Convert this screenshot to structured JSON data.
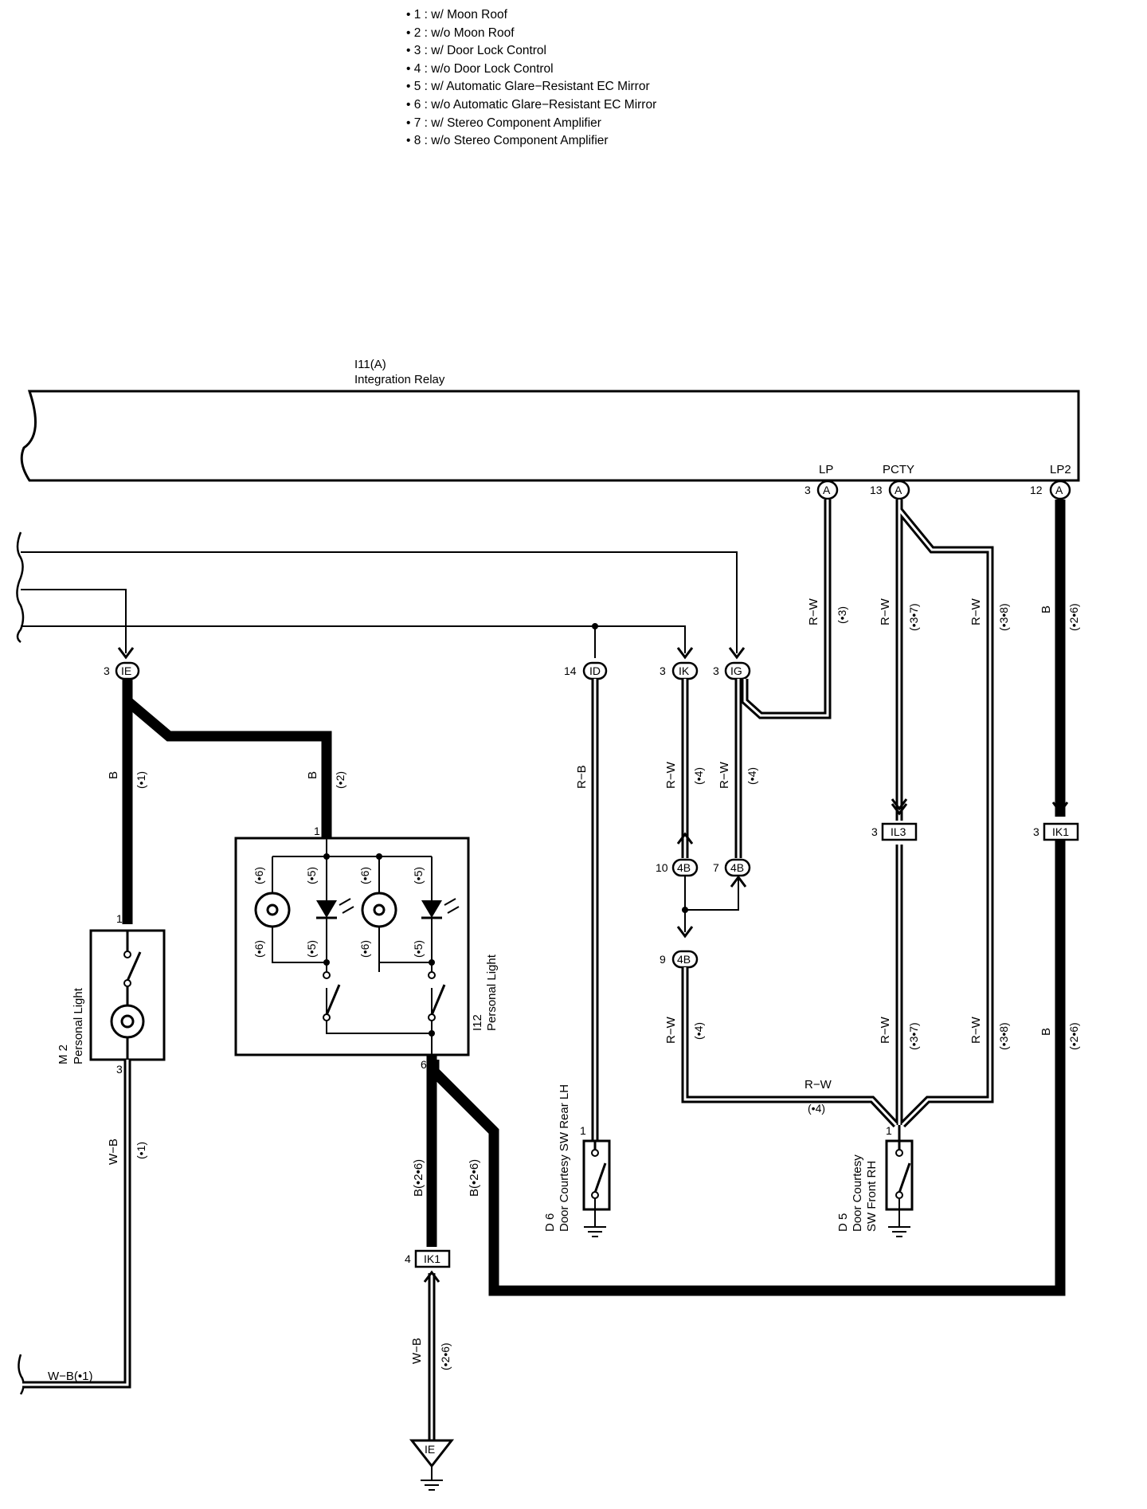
{
  "notes": [
    "• 1 : w/ Moon Roof",
    "• 2 : w/o Moon Roof",
    "• 3 : w/ Door Lock Control",
    "• 4 : w/o Door Lock Control",
    "• 5 : w/ Automatic Glare−Resistant EC Mirror",
    "• 6 : w/o Automatic Glare−Resistant EC Mirror",
    "• 7 : w/ Stereo Component Amplifier",
    "• 8 : w/o Stereo Component Amplifier"
  ],
  "relay": {
    "code": "I11(A)",
    "name": "Integration Relay"
  },
  "terminals": {
    "lp": {
      "label": "LP",
      "pin": "3",
      "conn": "A"
    },
    "pcty": {
      "label": "PCTY",
      "pin": "13",
      "conn": "A"
    },
    "lp2": {
      "label": "LP2",
      "pin": "12",
      "conn": "A"
    }
  },
  "junctions": {
    "ie": {
      "pin": "3",
      "code": "IE"
    },
    "id": {
      "pin": "14",
      "code": "ID"
    },
    "ik": {
      "pin": "3",
      "code": "IK"
    },
    "ig": {
      "pin": "3",
      "code": "IG"
    },
    "il3": {
      "pin": "3",
      "code": "IL3"
    },
    "ik1_top": {
      "pin": "3",
      "code": "IK1"
    },
    "ik1_bottom": {
      "pin": "4",
      "code": "IK1"
    },
    "b4_left": {
      "pin": "10",
      "code": "4B"
    },
    "b4_right": {
      "pin": "7",
      "code": "4B"
    },
    "b4_lower": {
      "pin": "9",
      "code": "4B"
    },
    "ground_ie": {
      "code": "IE"
    }
  },
  "wires": {
    "b": "B",
    "rw": "R−W",
    "rb": "R−B",
    "wb": "W−B",
    "b26": "B(•2•6)",
    "wb1": "W−B(•1)"
  },
  "conds": {
    "c1": "(•1)",
    "c2": "(•2)",
    "c3": "(•3)",
    "c4": "(•4)",
    "c5": "(•5)",
    "c6": "(•6)",
    "c26": "(•2•6)",
    "c37": "(•3•7)",
    "c38": "(•3•8)"
  },
  "components": {
    "m2": {
      "code": "M 2",
      "name": "Personal Light",
      "pin_top": "1",
      "pin_bottom": "3"
    },
    "i12": {
      "code": "I12",
      "name": "Personal Light",
      "pin_top": "1",
      "pin_bottom": "6"
    },
    "d6": {
      "code": "D 6",
      "name": "Door Courtesy SW Rear LH",
      "pin": "1"
    },
    "d5": {
      "code": "D 5",
      "name_line1": "Door Courtesy",
      "name_line2": "SW Front RH",
      "pin": "1"
    }
  }
}
